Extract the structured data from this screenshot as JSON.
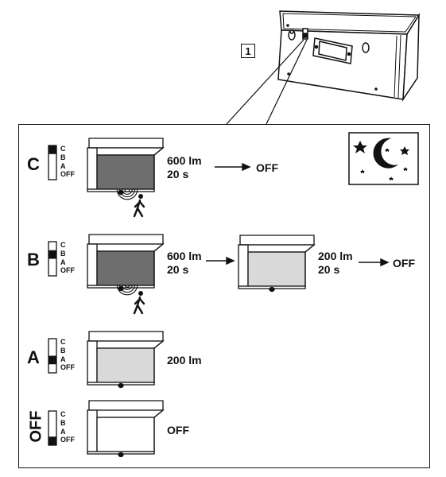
{
  "step_number": "1",
  "switch_positions": [
    "C",
    "B",
    "A",
    "OFF"
  ],
  "rows": [
    {
      "mode": "C",
      "selected": "C",
      "output1": "600 lm",
      "time1": "20 s",
      "final": "OFF"
    },
    {
      "mode": "B",
      "selected": "B",
      "output1": "600 lm",
      "time1": "20 s",
      "output2": "200 lm",
      "time2": "20 s",
      "final": "OFF"
    },
    {
      "mode": "A",
      "selected": "A",
      "output1": "200 lm"
    },
    {
      "mode": "OFF",
      "selected": "OFF",
      "output1": "OFF"
    }
  ],
  "colors": {
    "lamp_dark": "#6e6e6e",
    "lamp_medium": "#9a9a9a",
    "lamp_light": "#d9d9d9",
    "line": "#111111"
  },
  "icons": [
    "night-moon-stars-icon",
    "motion-person-icon",
    "motion-wave-icon",
    "arrow-right-icon"
  ]
}
